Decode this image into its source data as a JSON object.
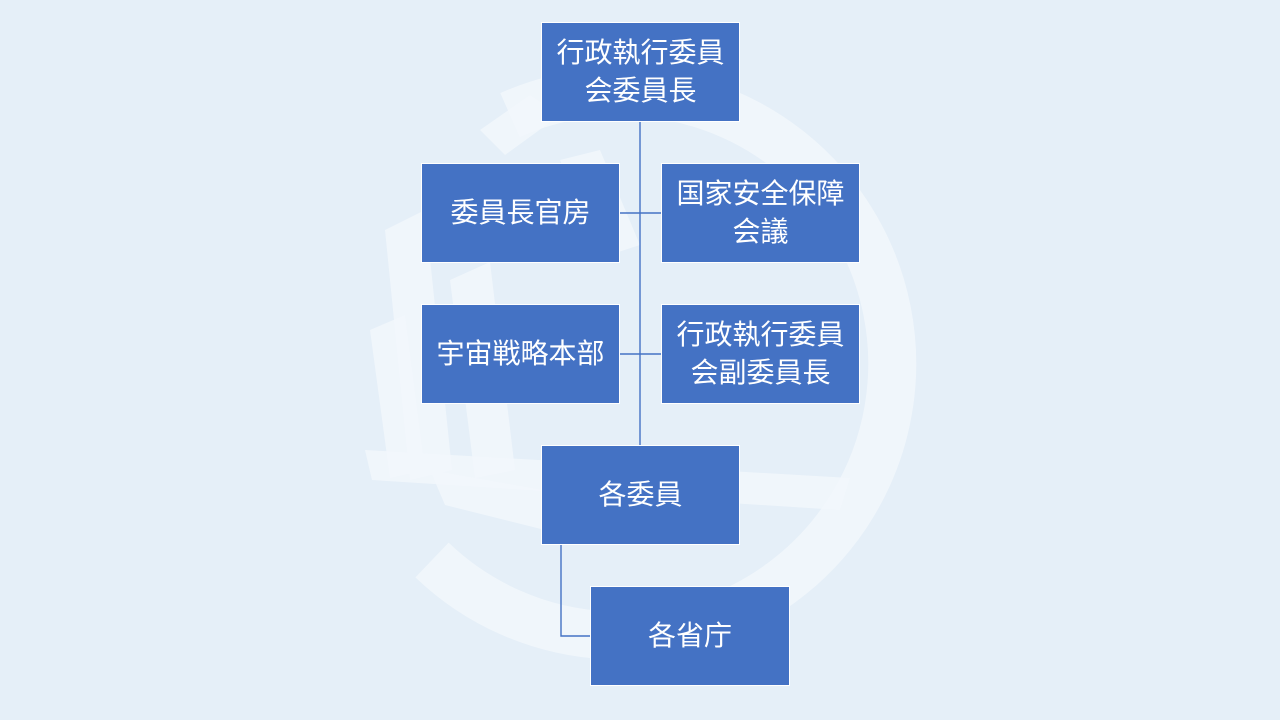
{
  "slide": {
    "background_color": "#e5eff8",
    "node_color": "#4472c4",
    "connector_color": "#4472c4",
    "watermark": "emblem"
  },
  "org_chart": {
    "chairman": "行政執行委員\n会委員長",
    "secretariat": "委員長官房",
    "national_security_council": "国家安全保障\n会議",
    "space_strategy_hq": "宇宙戦略本部",
    "vice_chairman": "行政執行委員\n会副委員長",
    "members": "各委員",
    "ministries": "各省庁"
  }
}
